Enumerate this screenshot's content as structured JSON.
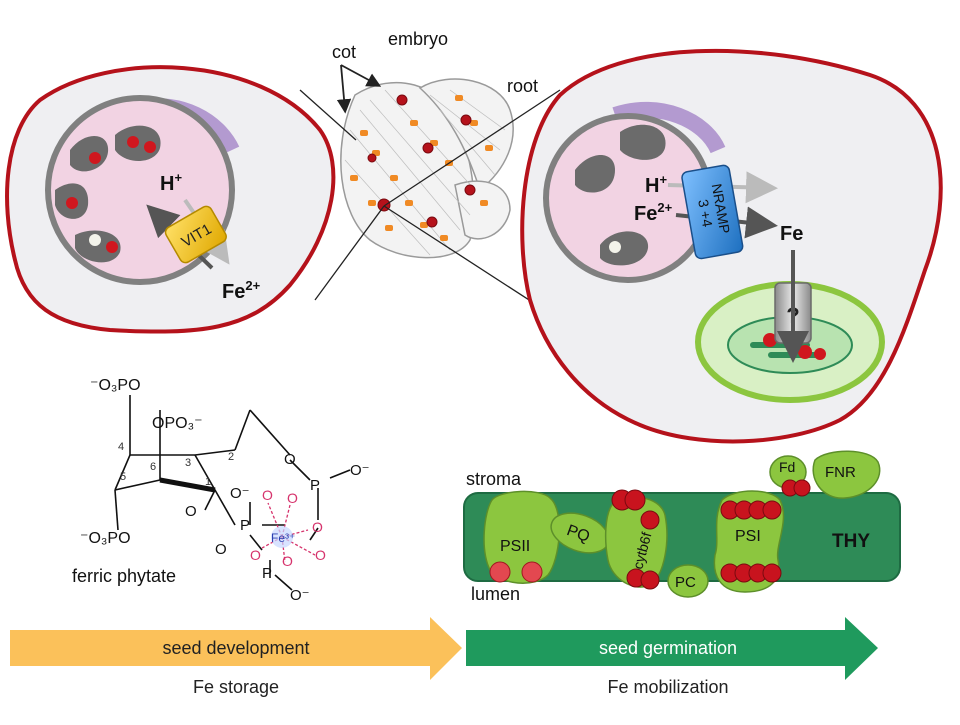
{
  "embryo": {
    "cot_label": "cot",
    "embryo_label": "embryo",
    "root_label": "root"
  },
  "left_cell": {
    "h_plus_base": "H",
    "h_plus_sup": "+",
    "fe_base": "Fe",
    "fe_sup": "2+",
    "transporter_label": "VIT1"
  },
  "right_cell": {
    "h_plus_base": "H",
    "h_plus_sup": "+",
    "fe_base": "Fe",
    "fe_sup": "2+",
    "transporter_line1": "NRAMP",
    "transporter_line2": "3 +4",
    "fe_out": "Fe",
    "unknown_transporter": "?"
  },
  "phytate": {
    "group_top_left": "⁻O₃PO",
    "group_top_mid": "OPO₃⁻",
    "group_bottom_left": "⁻O₃PO",
    "ring_numbers": [
      "1",
      "2",
      "3",
      "4",
      "5",
      "6"
    ],
    "iron": "Fe³⁺",
    "phosphorus": "P",
    "oxygen": "O",
    "oxygen_minus": "O⁻",
    "name": "ferric phytate"
  },
  "thylakoid": {
    "stroma": "stroma",
    "lumen": "lumen",
    "psii": "PSII",
    "pq": "PQ",
    "cytb6f": "cytb6f",
    "pc": "PC",
    "psi": "PSI",
    "fd": "Fd",
    "fnr": "FNR",
    "thy": "THY"
  },
  "timeline": {
    "left_arrow": "seed development",
    "left_caption": "Fe storage",
    "right_arrow": "seed germination",
    "right_caption": "Fe mobilization"
  },
  "colors": {
    "cell_outline": "#b5121b",
    "cell_fill": "#efeff2",
    "vacuole_fill": "#f2d3e3",
    "vacuole_ring": "#808080",
    "purple_cap": "#b39ad0",
    "globoid": "#6b6b6b",
    "iron_red": "#d0171e",
    "vit1_yellow": "#f5c518",
    "nramp_blue": "#3f8fd6",
    "thylakoid_green": "#2e8b57",
    "protein_green": "#8cc63f",
    "dev_orange": "#fbc15a",
    "germ_green": "#1f9a5d"
  }
}
